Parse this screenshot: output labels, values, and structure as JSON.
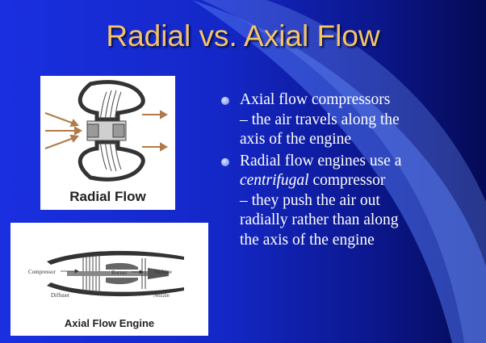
{
  "slide": {
    "title": "Radial vs. Axial Flow",
    "colors": {
      "background_left": "#1a2fe0",
      "background_right": "#050a55",
      "title": "#f4c36a",
      "accent_curve": "#5a7ef0",
      "bullet_text": "#ffffff"
    }
  },
  "figures": {
    "radial": {
      "caption": "Radial Flow"
    },
    "axial": {
      "caption": "Axial Flow Engine",
      "labels": {
        "compressor": "Compressor",
        "burner": "Burner",
        "turbine": "Turbine",
        "diffuser": "Diffuser",
        "nozzle": "Nozzle"
      }
    }
  },
  "bullets": [
    {
      "lines": [
        "Axial flow compressors",
        "– the air travels along the",
        "axis of the engine"
      ]
    },
    {
      "line1_before": "Radial flow engines use a",
      "line2_italic": "centrifugal",
      "line2_after": " compressor",
      "lines_rest": [
        "– they push the air out",
        "radially rather than along",
        "the axis of the engine"
      ]
    }
  ]
}
